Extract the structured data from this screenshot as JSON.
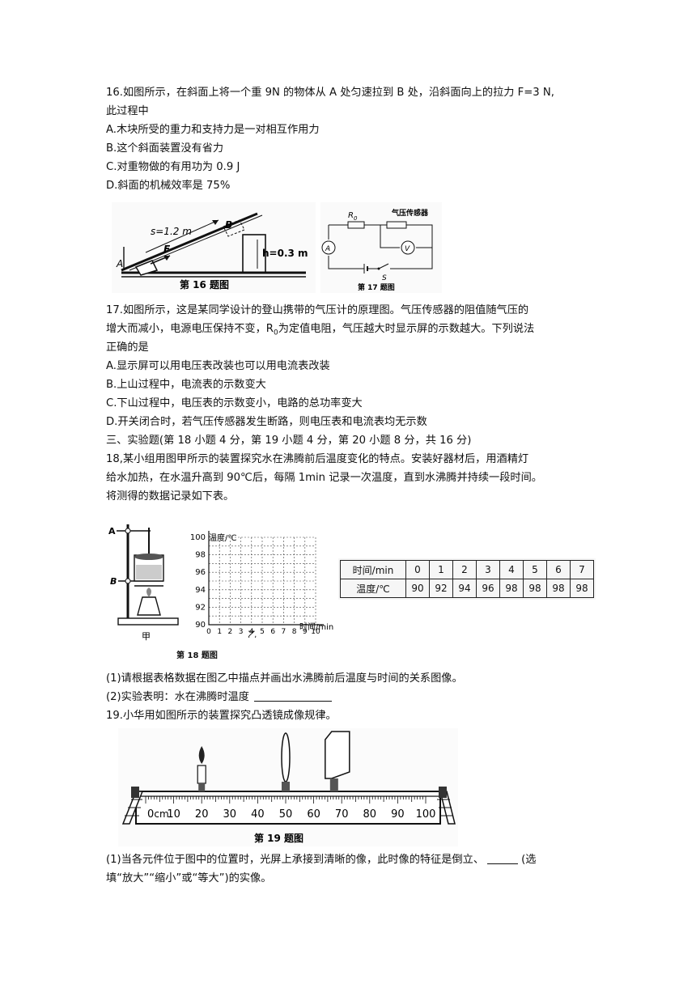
{
  "q16": {
    "stem1": "16.如图所示，在斜面上将一个重 9N 的物体从 A 处匀速拉到 B 处，沿斜面向上的拉力 F=3 N,",
    "stem2": "此过程中",
    "a": "A.木块所受的重力和支持力是一对相互作用力",
    "b": "B.这个斜面装置没有省力",
    "c": "C.对重物做的有用功为 0.9 J",
    "d": "D.斜面的机械效率是 75%"
  },
  "fig16": {
    "s_label": "s=1.2 m",
    "h_label": "h=0.3 m",
    "point_a": "A",
    "point_b": "B",
    "force": "F",
    "caption": "第 16 题图"
  },
  "fig17": {
    "r0": "R",
    "r0_sub": "0",
    "sensor": "气压传感器",
    "ammeter": "A",
    "voltmeter": "V",
    "switch": "S",
    "caption": "第 17 题图"
  },
  "q17": {
    "stem1": "17.如图所示，这是某同学设计的登山携带的气压计的原理图。气压传感器的阻值随气压的",
    "stem2a": "增大而减小，电源电压保持不变，R",
    "stem2sub": "0",
    "stem2b": "为定值电阻，气压越大时显示屏的示数越大。下列说法",
    "stem3": "正确的是",
    "a": "A.显示屏可以用电压表改装也可以用电流表改装",
    "b": "B.上山过程中，电流表的示数变大",
    "c": "C.下山过程中，电压表的示数变小，电路的总功率变大",
    "d": "D.开关闭合时，若气压传感器发生断路，则电压表和电流表均无示数"
  },
  "section3": "三、实验题(第 18 小题 4 分，第 19 小题 4 分，第 20 小题 8 分，共 16 分)",
  "q18": {
    "stem1": "18,某小组用图甲所示的装置探究水在沸腾前后温度变化的特点。安装好器材后，用酒精灯",
    "stem2": "给水加热，在水温升高到 90℃后，每隔 1min 记录一次温度，直到水沸腾并持续一段时间。",
    "stem3": "将测得的数据记录如下表。",
    "p1": "(1)请根据表格数据在图乙中描点并画出水沸腾前后温度与时间的关系图像。",
    "p2": "(2)实验表明：水在沸腾时温度"
  },
  "fig18": {
    "label_a": "A",
    "label_b": "B",
    "jia": "甲",
    "yi": "乙",
    "caption": "第 18 题图",
    "ylabel": "温度/℃",
    "xlabel": "时间/min",
    "yticks": [
      "100",
      "98",
      "96",
      "94",
      "92",
      "90"
    ],
    "xticks": [
      "0",
      "1",
      "2",
      "3",
      "4",
      "5",
      "6",
      "7",
      "8",
      "9",
      "10"
    ],
    "table_row1_head": "时间/min",
    "table_row2_head": "温度/℃",
    "times": [
      "0",
      "1",
      "2",
      "3",
      "4",
      "5",
      "6",
      "7"
    ],
    "temps": [
      "90",
      "92",
      "94",
      "96",
      "98",
      "98",
      "98",
      "98"
    ]
  },
  "q19": {
    "stem": "19.小华用如图所示的装置探究凸透镜成像规律。",
    "p1a": "(1)当各元件位于图中的位置时，光屏上承接到清晰的像，此时像的特征是倒立、",
    "p1b": "(选",
    "p1c": "填“放大”“缩小”或“等大”)的实像。"
  },
  "fig19": {
    "caption": "第 19 题图",
    "unit": "cm",
    "ticks": [
      "0",
      "10",
      "20",
      "30",
      "40",
      "50",
      "60",
      "70",
      "80",
      "90",
      "100"
    ],
    "candle_cm": 20,
    "lens_cm": 50,
    "screen_cm": 67
  }
}
